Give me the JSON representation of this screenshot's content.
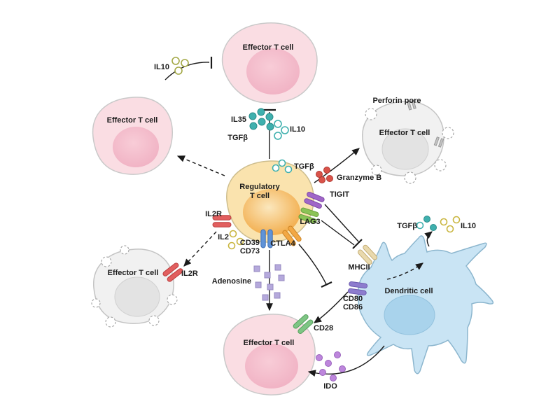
{
  "diagram": {
    "cells": {
      "effector": "Effector T cell",
      "treg_line1": "Regulatory",
      "treg_line2": "T cell",
      "dendritic": "Dendritic cell"
    },
    "molecules": {
      "il10": "IL10",
      "il35": "IL35",
      "tgfb": "TGFβ",
      "granzyme_b": "Granzyme B",
      "perforin_pore": "Perforin pore",
      "il2": "IL2",
      "adenosine": "Adenosine",
      "ido": "IDO"
    },
    "receptors": {
      "tigit": "TIGIT",
      "lag3": "LAG3",
      "ctla4": "CTLA4",
      "cd39": "CD39",
      "cd73": "CD73",
      "il2r": "IL2R",
      "cd28": "CD28",
      "mhcii": "MHCII",
      "cd80": "CD80",
      "cd86": "CD86"
    }
  },
  "colors": {
    "effector_fill": "#fadde3",
    "effector_stroke": "#c9c9c9",
    "effector_nucleus": "#f4b9c7",
    "gray_cell_fill": "#f1f1f1",
    "gray_cell_nucleus": "#e3e3e3",
    "treg_fill": "#fae3ae",
    "treg_nucleus": "#f3ae4b",
    "dc_fill": "#c9e4f4",
    "dc_nucleus": "#a9d3ec",
    "teal_dot": "#3fb0ae",
    "olive_ring": "#a3a845",
    "yellow_ring": "#c9b53e",
    "red_dot": "#d9534a",
    "purple_dot": "#bd86dc",
    "lavender_square": "#b5a9dc",
    "tigit_receptor": "#a066c8",
    "lag3_receptor": "#8bc356",
    "ctla4_receptor": "#f2a844",
    "cd39_receptor": "#5f93d8",
    "il2r_receptor": "#e25f5f",
    "cd28_receptor": "#7ec584",
    "cd80_receptor": "#8d7cce",
    "mhcii_receptor": "#e9d9ad",
    "arrow": "#1a1a1a",
    "text": "#1c1c1c"
  }
}
